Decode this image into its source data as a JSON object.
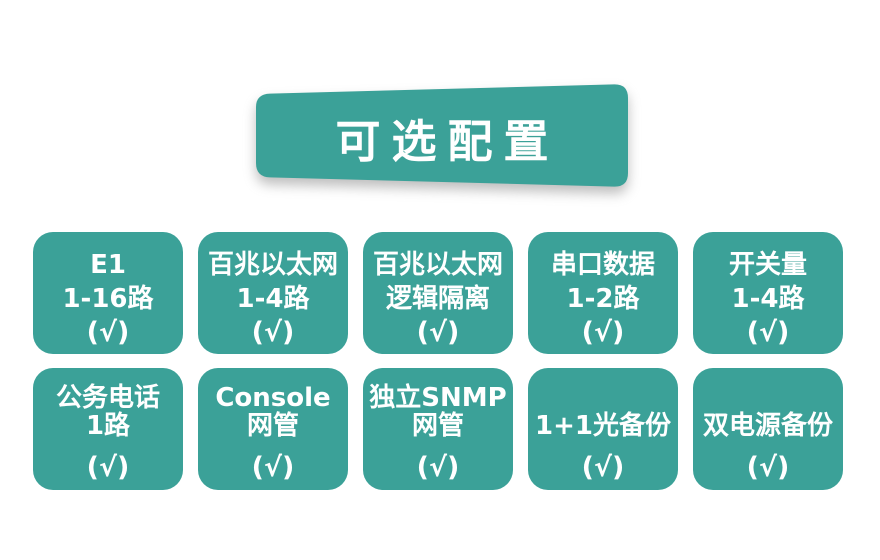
{
  "page": {
    "background_color": "#FFFFFF",
    "accent_color": "#3BA198",
    "text_color": "#FFFFFF"
  },
  "banner": {
    "title": "可选配置"
  },
  "cards": {
    "rows": [
      [
        {
          "lines": [
            "E1",
            "1-16路"
          ],
          "check": "(√)"
        },
        {
          "lines": [
            "百兆以太网",
            "1-4路"
          ],
          "check": "(√)"
        },
        {
          "lines": [
            "百兆以太网",
            "逻辑隔离"
          ],
          "check": "(√)"
        },
        {
          "lines": [
            "串口数据",
            "1-2路"
          ],
          "check": "(√)"
        },
        {
          "lines": [
            "开关量",
            "1-4路"
          ],
          "check": "(√)"
        }
      ],
      [
        {
          "lines": [
            "公务电话",
            "1路"
          ],
          "check": "(√)"
        },
        {
          "lines": [
            "Console",
            "网管"
          ],
          "check": "(√)"
        },
        {
          "lines": [
            "独立SNMP",
            "网管"
          ],
          "check": "(√)"
        },
        {
          "lines": [
            "1+1光备份"
          ],
          "check": "(√)"
        },
        {
          "lines": [
            "双电源备份"
          ],
          "check": "(√)"
        }
      ]
    ]
  }
}
